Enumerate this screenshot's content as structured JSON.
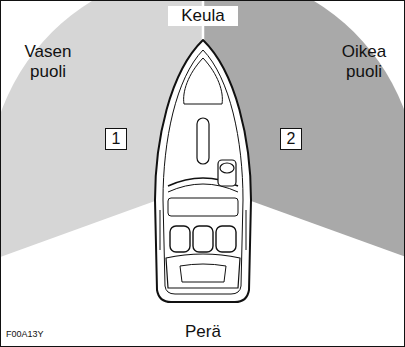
{
  "diagram": {
    "nodes": [
      {
        "text": [
          "1"
        ]
      },
      {
        "text": [
          "2"
        ]
      }
    ],
    "labels": [
      "Keula",
      "Vasen puoli",
      "Oikea puoli",
      "Perä",
      "F00A13Y"
    ]
  }
}
